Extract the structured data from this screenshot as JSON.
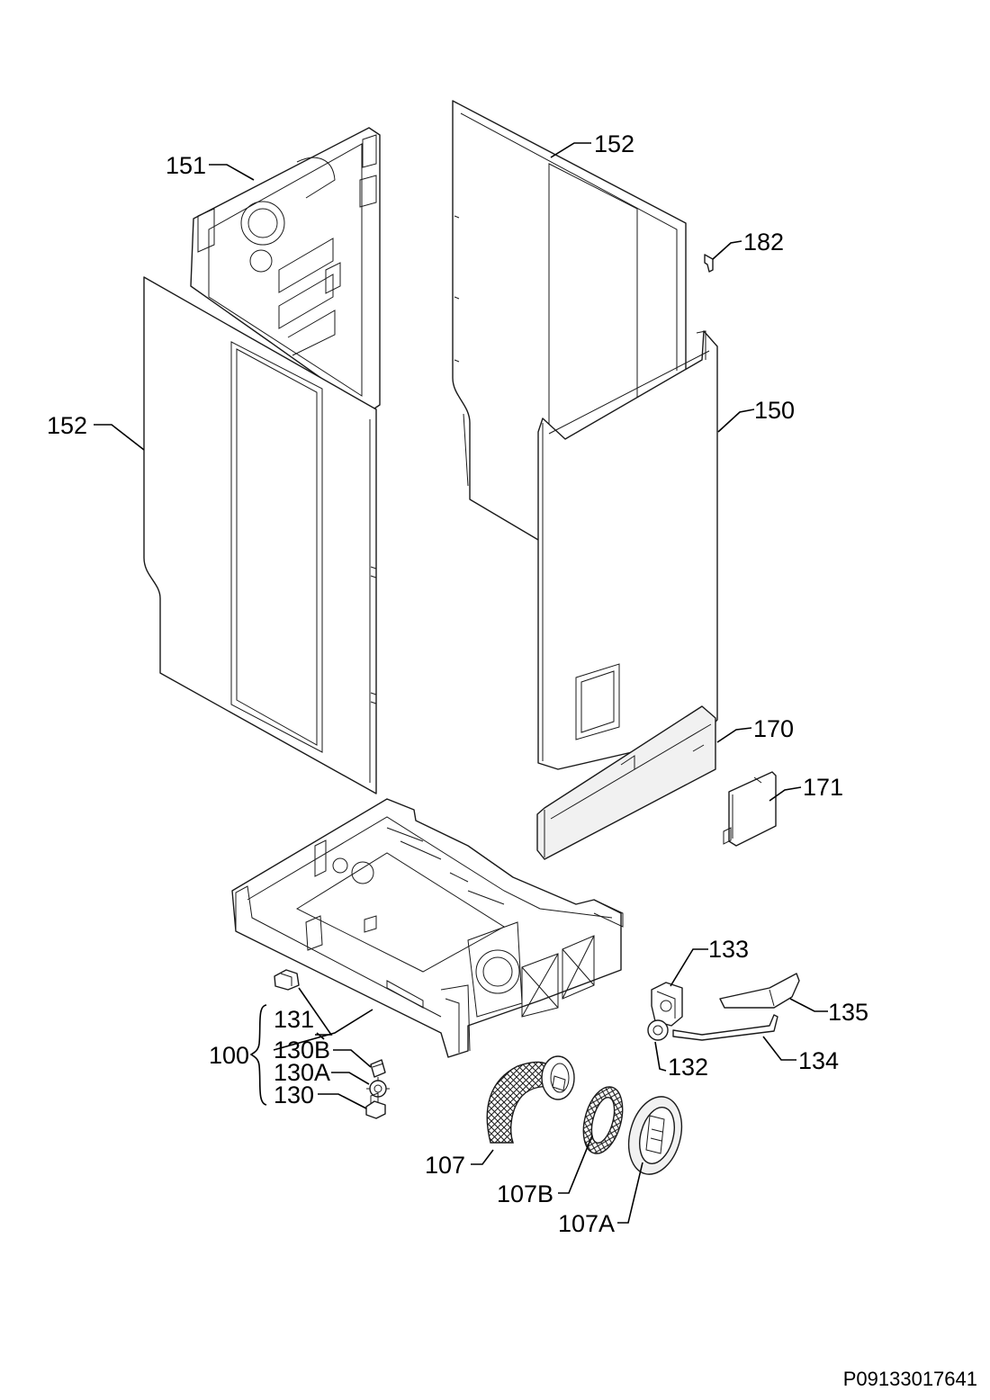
{
  "labels": {
    "p151": "151",
    "p152_top": "152",
    "p182": "182",
    "p152_left": "152",
    "p150": "150",
    "p170": "170",
    "p171": "171",
    "p133": "133",
    "p135": "135",
    "p131": "131",
    "p130b": "130B",
    "p130a": "130A",
    "p130": "130",
    "p100": "100",
    "p132": "132",
    "p134": "134",
    "p107": "107",
    "p107b": "107B",
    "p107a": "107A"
  },
  "reference_code": "P09133017641"
}
